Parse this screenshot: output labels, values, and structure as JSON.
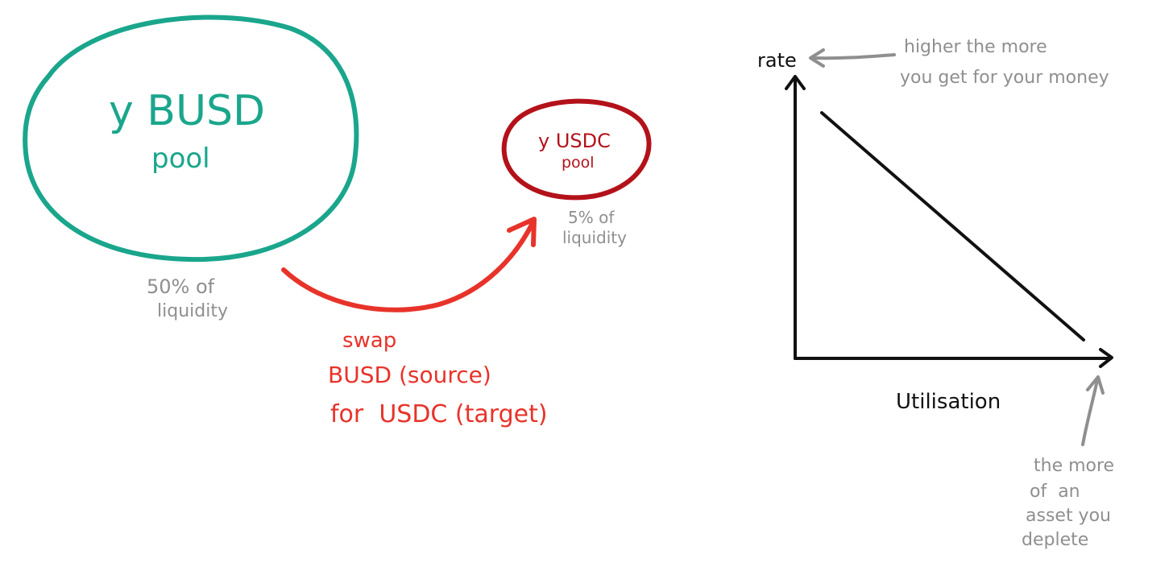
{
  "left": {
    "big_pool": {
      "line1": "y BUSD",
      "line2": "pool",
      "caption1": "50% of",
      "caption2": "liquidity",
      "color": "#1aa68c"
    },
    "small_pool": {
      "line1": "y USDC",
      "line2": "pool",
      "caption1": "5% of",
      "caption2": "liquidity",
      "color": "#b3121a"
    },
    "swap": {
      "line1": "swap",
      "line2": "BUSD (source)",
      "line3": "for  USDC (target)",
      "color": "#e8332a"
    }
  },
  "right": {
    "y_axis_label": "rate",
    "x_axis_label": "Utilisation",
    "note_top": {
      "line1": "higher the more",
      "line2": "you get for your money"
    },
    "note_bottom": {
      "line1": "the more",
      "line2": "of  an",
      "line3": "asset you",
      "line4": "deplete"
    },
    "annotation_color": "#8f8f8f"
  }
}
